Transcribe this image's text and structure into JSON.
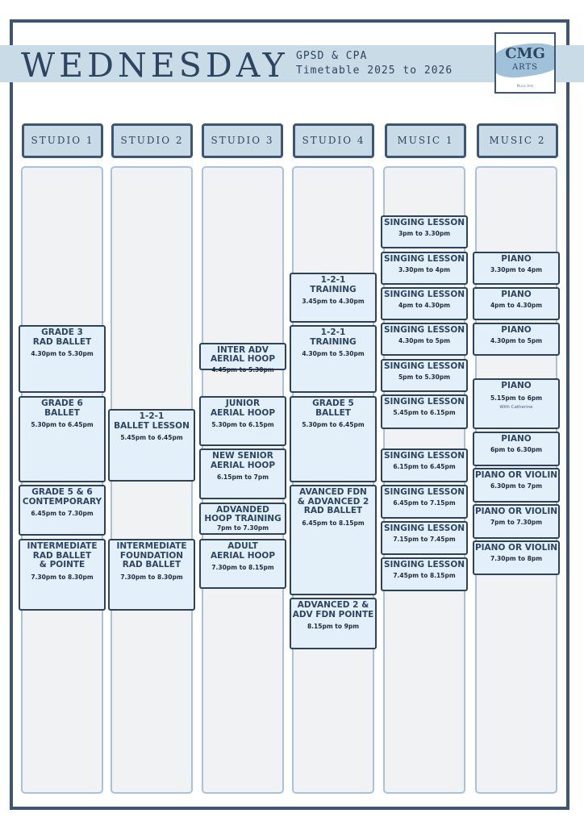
{
  "header": {
    "day": "WEDNESDAY",
    "subtitle_line1": "GPSD & CPA",
    "subtitle_line2": "Timetable 2025 to 2026"
  },
  "logo": {
    "brand": "CMG",
    "sub": "ARTS",
    "tagline": "Music Arts"
  },
  "colors": {
    "frame": "#3d5674",
    "band": "#c9dbe7",
    "event_bg": "#e3f0fa",
    "track_bg": "#f1f2f4"
  },
  "columns": [
    {
      "name": "STUDIO 1",
      "events": [
        {
          "title": "GRADE 3\nRAD BALLET",
          "time": "4.30pm to 5.30pm"
        },
        {
          "title": "GRADE 6\nBALLET",
          "time": "5.30pm to 6.45pm"
        },
        {
          "title": "GRADE 5 & 6\nCONTEMPORARY",
          "time": "6.45pm to 7.30pm"
        },
        {
          "title": "INTERMEDIATE\nRAD BALLET\n& POINTE",
          "time": "7.30pm to 8.30pm"
        }
      ]
    },
    {
      "name": "STUDIO 2",
      "events": [
        {
          "title": "1-2-1\nBALLET LESSON",
          "time": "5.45pm to 6.45pm"
        },
        {
          "title": "INTERMEDIATE\nFOUNDATION\nRAD BALLET",
          "time": "7.30pm to 8.30pm"
        }
      ]
    },
    {
      "name": "STUDIO 3",
      "events": [
        {
          "title": "INTER ADV\nAERIAL HOOP",
          "time": "4.45pm to 5.30pm"
        },
        {
          "title": "JUNIOR\nAERIAL HOOP",
          "time": "5.30pm to 6.15pm"
        },
        {
          "title": "NEW SENIOR\nAERIAL HOOP",
          "time": "6.15pm to 7pm"
        },
        {
          "title": "ADVANDED\nHOOP TRAINING",
          "time": "7pm to 7.30pm"
        },
        {
          "title": "ADULT\nAERIAL HOOP",
          "time": "7.30pm to 8.15pm"
        }
      ]
    },
    {
      "name": "STUDIO 4",
      "events": [
        {
          "title": "1-2-1\nTRAINING",
          "time": "3.45pm to 4.30pm"
        },
        {
          "title": "1-2-1\nTRAINING",
          "time": "4.30pm to 5.30pm"
        },
        {
          "title": "GRADE 5\nBALLET",
          "time": "5.30pm to 6.45pm"
        },
        {
          "title": "AVANCED FDN\n& ADVANCED 2\nRAD BALLET",
          "time": "6.45pm to 8.15pm"
        },
        {
          "title": "ADVANCED 2 &\nADV FDN POINTE",
          "time": "8.15pm to 9pm"
        }
      ]
    },
    {
      "name": "MUSIC 1",
      "events": [
        {
          "title": "SINGING LESSON",
          "time": "3pm to 3.30pm"
        },
        {
          "title": "SINGING LESSON",
          "time": "3.30pm to 4pm"
        },
        {
          "title": "SINGING LESSON",
          "time": "4pm to 4.30pm"
        },
        {
          "title": "SINGING LESSON",
          "time": "4.30pm to 5pm"
        },
        {
          "title": "SINGING LESSON",
          "time": "5pm to 5.30pm"
        },
        {
          "title": "SINGING LESSON",
          "time": "5.45pm to 6.15pm"
        },
        {
          "title": "SINGING LESSON",
          "time": "6.15pm to 6.45pm"
        },
        {
          "title": "SINGING LESSON",
          "time": "6.45pm to 7.15pm"
        },
        {
          "title": "SINGING LESSON",
          "time": "7.15pm to 7.45pm"
        },
        {
          "title": "SINGING LESSON",
          "time": "7.45pm to 8.15pm"
        }
      ]
    },
    {
      "name": "MUSIC 2",
      "events": [
        {
          "title": "PIANO",
          "time": "3.30pm to 4pm"
        },
        {
          "title": "PIANO",
          "time": "4pm to 4.30pm"
        },
        {
          "title": "PIANO",
          "time": "4.30pm to 5pm"
        },
        {
          "title": "PIANO",
          "time": "5.15pm to 6pm",
          "note": "With Catherine"
        },
        {
          "title": "PIANO",
          "time": "6pm to 6.30pm"
        },
        {
          "title": "PIANO OR VIOLIN",
          "time": "6.30pm to 7pm"
        },
        {
          "title": "PIANO OR VIOLIN",
          "time": "7pm to 7.30pm"
        },
        {
          "title": "PIANO OR VIOLIN",
          "time": "7.30pm to 8pm"
        }
      ]
    }
  ]
}
